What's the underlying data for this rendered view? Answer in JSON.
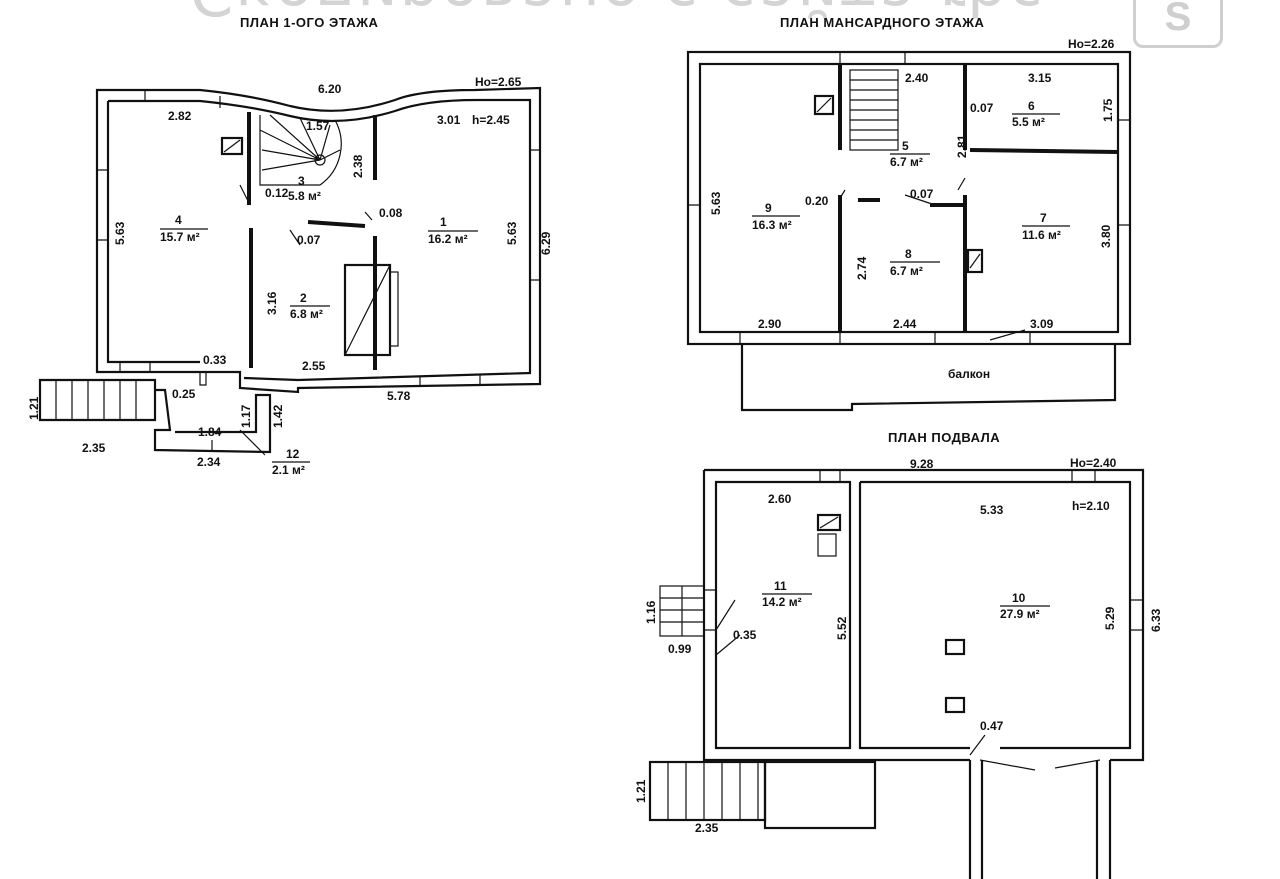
{
  "watermark": {
    "text": "Скопировано с сайта rbc",
    "logo_text": "S"
  },
  "plan1": {
    "title": "ПЛАН 1-ОГО ЭТАЖА",
    "height_label": "Hо=2.65",
    "room_height_label": "h=2.45",
    "dims": [
      "6.20",
      "2.82",
      "3.01",
      "5.63",
      "5.63",
      "6.29",
      "2.38",
      "0.12",
      "0.08",
      "0.07",
      "3.16",
      "2.55",
      "5.78",
      "0.33",
      "0.25",
      "1.21",
      "2.35",
      "1.84",
      "2.34",
      "1.17",
      "1.42",
      "1.57"
    ],
    "rooms": [
      {
        "num": "4",
        "area": "15.7 м²"
      },
      {
        "num": "1",
        "area": "16.2 м²"
      },
      {
        "num": "3",
        "area": "5.8 м²"
      },
      {
        "num": "2",
        "area": "6.8 м²"
      },
      {
        "num": "12",
        "area": "2.1 м²"
      }
    ]
  },
  "plan2": {
    "title": "ПЛАН МАНСАРДНОГО ЭТАЖА",
    "height_label": "Hо=2.26",
    "dims": [
      "2.40",
      "3.15",
      "0.07",
      "1.75",
      "2.81",
      "5.63",
      "0.20",
      "0.07",
      "3.80",
      "2.74",
      "2.90",
      "2.44",
      "3.09"
    ],
    "rooms": [
      {
        "num": "6",
        "area": "5.5 м²"
      },
      {
        "num": "5",
        "area": "6.7 м²"
      },
      {
        "num": "9",
        "area": "16.3 м²"
      },
      {
        "num": "7",
        "area": "11.6 м²"
      },
      {
        "num": "8",
        "area": "6.7 м²"
      }
    ],
    "balcony_label": "балкон"
  },
  "plan3": {
    "title": "ПЛАН ПОДВАЛА",
    "height_label": "Hо=2.40",
    "room_height_label": "h=2.10",
    "dims": [
      "9.28",
      "2.60",
      "5.33",
      "5.52",
      "5.29",
      "6.33",
      "1.16",
      "0.99",
      "0.35",
      "0.47",
      "1.21",
      "2.35"
    ],
    "rooms": [
      {
        "num": "11",
        "area": "14.2 м²"
      },
      {
        "num": "10",
        "area": "27.9 м²"
      }
    ]
  }
}
